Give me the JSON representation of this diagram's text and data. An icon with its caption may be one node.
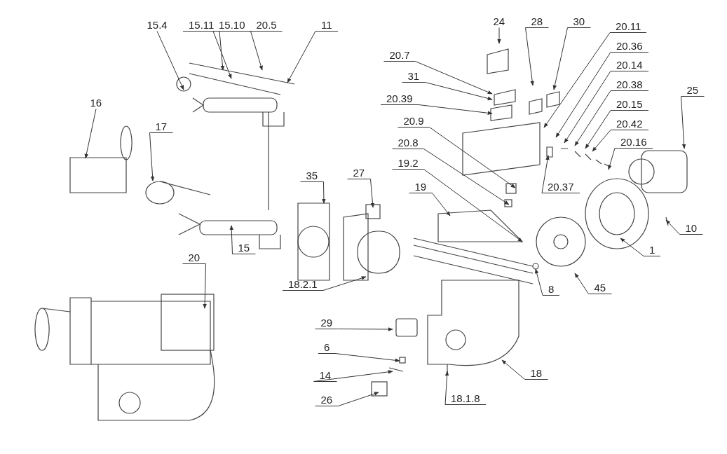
{
  "diagram": {
    "nodes": [
      {
        "text": [
          "15.4"
        ]
      },
      {
        "text": [
          "15.11"
        ]
      },
      {
        "text": [
          "15.10"
        ]
      },
      {
        "text": [
          "20.5"
        ]
      },
      {
        "text": [
          "11"
        ]
      },
      {
        "text": [
          "24"
        ]
      },
      {
        "text": [
          "28"
        ]
      },
      {
        "text": [
          "30"
        ]
      },
      {
        "text": [
          "20.11"
        ]
      },
      {
        "text": [
          "20.36"
        ]
      },
      {
        "text": [
          "20.7"
        ]
      },
      {
        "text": [
          "25"
        ]
      },
      {
        "text": [
          "16"
        ]
      },
      {
        "text": [
          "20.14"
        ]
      },
      {
        "text": [
          "31"
        ]
      },
      {
        "text": [
          "20.38"
        ]
      },
      {
        "text": [
          "20.39"
        ]
      },
      {
        "text": [
          "17"
        ]
      },
      {
        "text": [
          "20.15"
        ]
      },
      {
        "text": [
          "20.9"
        ]
      },
      {
        "text": [
          "20.42"
        ]
      },
      {
        "text": [
          "20.16"
        ]
      },
      {
        "text": [
          "20.8"
        ]
      },
      {
        "text": [
          "20.37"
        ]
      },
      {
        "text": [
          "35"
        ]
      },
      {
        "text": [
          "27"
        ]
      },
      {
        "text": [
          "19.2"
        ]
      },
      {
        "text": [
          "19"
        ]
      },
      {
        "text": [
          "10"
        ]
      },
      {
        "text": [
          "15"
        ]
      },
      {
        "text": [
          "1"
        ]
      },
      {
        "text": [
          "20"
        ]
      },
      {
        "text": [
          "18.2.1"
        ]
      },
      {
        "text": [
          "8"
        ]
      },
      {
        "text": [
          "45"
        ]
      },
      {
        "text": [
          "29"
        ]
      },
      {
        "text": [
          "6"
        ]
      },
      {
        "text": [
          "14"
        ]
      },
      {
        "text": [
          "18"
        ]
      },
      {
        "text": [
          "26"
        ]
      },
      {
        "text": [
          "18.1.8"
        ]
      }
    ],
    "edges": [
      {
        "from": 0,
        "to": null,
        "arrow": "to"
      },
      {
        "from": 1,
        "to": null,
        "arrow": "to"
      },
      {
        "from": 2,
        "to": null,
        "arrow": "to"
      },
      {
        "from": 3,
        "to": null,
        "arrow": "to"
      },
      {
        "from": 4,
        "to": null,
        "arrow": "to"
      },
      {
        "from": 5,
        "to": null,
        "arrow": "to"
      },
      {
        "from": 6,
        "to": null,
        "arrow": "to"
      },
      {
        "from": 7,
        "to": null,
        "arrow": "to"
      },
      {
        "from": 8,
        "to": null,
        "arrow": "to"
      },
      {
        "from": 9,
        "to": null,
        "arrow": "to"
      },
      {
        "from": 10,
        "to": null,
        "arrow": "to"
      },
      {
        "from": 11,
        "to": null,
        "arrow": "to"
      },
      {
        "from": 12,
        "to": null,
        "arrow": "to"
      },
      {
        "from": 13,
        "to": null,
        "arrow": "to"
      },
      {
        "from": 14,
        "to": null,
        "arrow": "to"
      },
      {
        "from": 15,
        "to": null,
        "arrow": "to"
      },
      {
        "from": 16,
        "to": null,
        "arrow": "to"
      },
      {
        "from": 17,
        "to": null,
        "arrow": "to"
      },
      {
        "from": 18,
        "to": null,
        "arrow": "to"
      },
      {
        "from": 19,
        "to": null,
        "arrow": "to"
      },
      {
        "from": 20,
        "to": null,
        "arrow": "to"
      },
      {
        "from": 21,
        "to": null,
        "arrow": "to"
      },
      {
        "from": 22,
        "to": null,
        "arrow": "to"
      },
      {
        "from": 23,
        "to": null,
        "arrow": "to"
      },
      {
        "from": 24,
        "to": null,
        "arrow": "to"
      },
      {
        "from": 25,
        "to": null,
        "arrow": "to"
      },
      {
        "from": 26,
        "to": null,
        "arrow": "to"
      },
      {
        "from": 27,
        "to": null,
        "arrow": "to"
      },
      {
        "from": 28,
        "to": null,
        "arrow": "to"
      },
      {
        "from": 29,
        "to": null,
        "arrow": "to"
      },
      {
        "from": 30,
        "to": null,
        "arrow": "to"
      },
      {
        "from": 31,
        "to": null,
        "arrow": "to"
      },
      {
        "from": 32,
        "to": null,
        "arrow": "to"
      },
      {
        "from": 33,
        "to": null,
        "arrow": "to"
      },
      {
        "from": 34,
        "to": null,
        "arrow": "to"
      },
      {
        "from": 35,
        "to": null,
        "arrow": "to"
      },
      {
        "from": 36,
        "to": null,
        "arrow": "to"
      },
      {
        "from": 37,
        "to": null,
        "arrow": "to"
      },
      {
        "from": 38,
        "to": null,
        "arrow": "to"
      },
      {
        "from": 39,
        "to": null,
        "arrow": "to"
      },
      {
        "from": 40,
        "to": null,
        "arrow": "to"
      }
    ]
  }
}
